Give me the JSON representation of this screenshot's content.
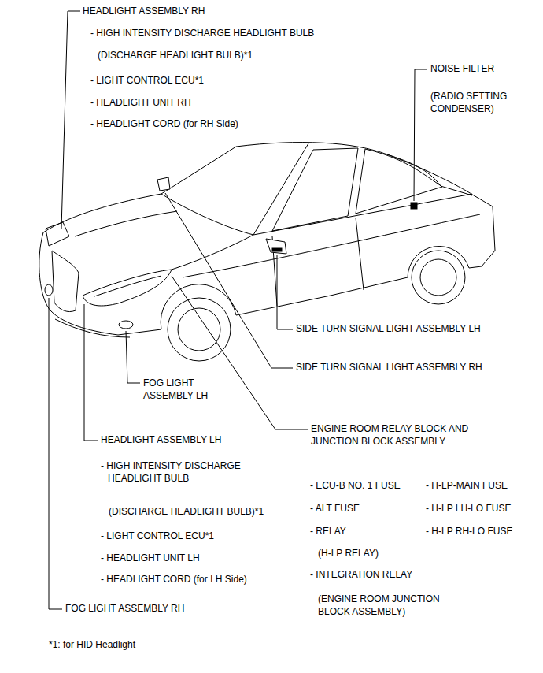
{
  "diagram": {
    "labels": [
      "HEADLIGHT ASSEMBLY RH",
      "- HIGH INTENSITY DISCHARGE HEADLIGHT BULB",
      "(DISCHARGE HEADLIGHT BULB)*1",
      "- LIGHT CONTROL ECU*1",
      "- HEADLIGHT UNIT RH",
      "- HEADLIGHT CORD (for RH Side)",
      "NOISE FILTER",
      "(RADIO SETTING CONDENSER)",
      "SIDE TURN SIGNAL LIGHT ASSEMBLY LH",
      "SIDE TURN SIGNAL LIGHT ASSEMBLY RH",
      "FOG LIGHT ASSEMBLY LH",
      "ENGINE ROOM RELAY BLOCK AND JUNCTION BLOCK ASSEMBLY",
      "HEADLIGHT ASSEMBLY LH",
      "- HIGH INTENSITY DISCHARGE HEADLIGHT BULB",
      "(DISCHARGE HEADLIGHT BULB)*1",
      "- LIGHT CONTROL ECU*1",
      "- HEADLIGHT UNIT LH",
      "- HEADLIGHT CORD (for LH Side)",
      "- ECU-B NO. 1 FUSE",
      "- H-LP-MAIN FUSE",
      "- ALT FUSE",
      "- H-LP LH-LO FUSE",
      "- RELAY",
      "- H-LP RH-LO FUSE",
      "(H-LP RELAY)",
      "- INTEGRATION RELAY",
      "(ENGINE ROOM JUNCTION BLOCK ASSEMBLY)",
      "FOG LIGHT ASSEMBLY RH",
      "*1: for HID Headlight"
    ]
  }
}
